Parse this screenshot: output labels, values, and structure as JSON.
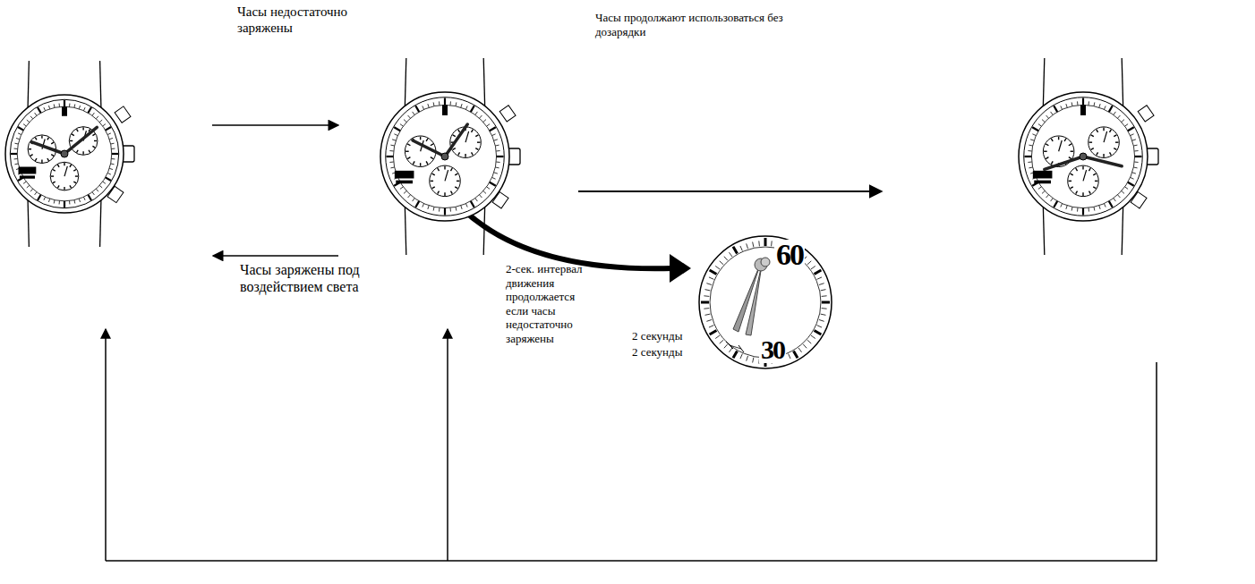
{
  "diagram": {
    "labels": [
      "Часы недостаточно заряжены",
      "Часы продолжают использоваться без дозарядки",
      "Часы заряжены под воздействием света",
      "2-сек. интервал движения продолжается если часы недостаточно заряжены",
      "2 секунды",
      "2 секунды",
      "60",
      "30"
    ]
  }
}
